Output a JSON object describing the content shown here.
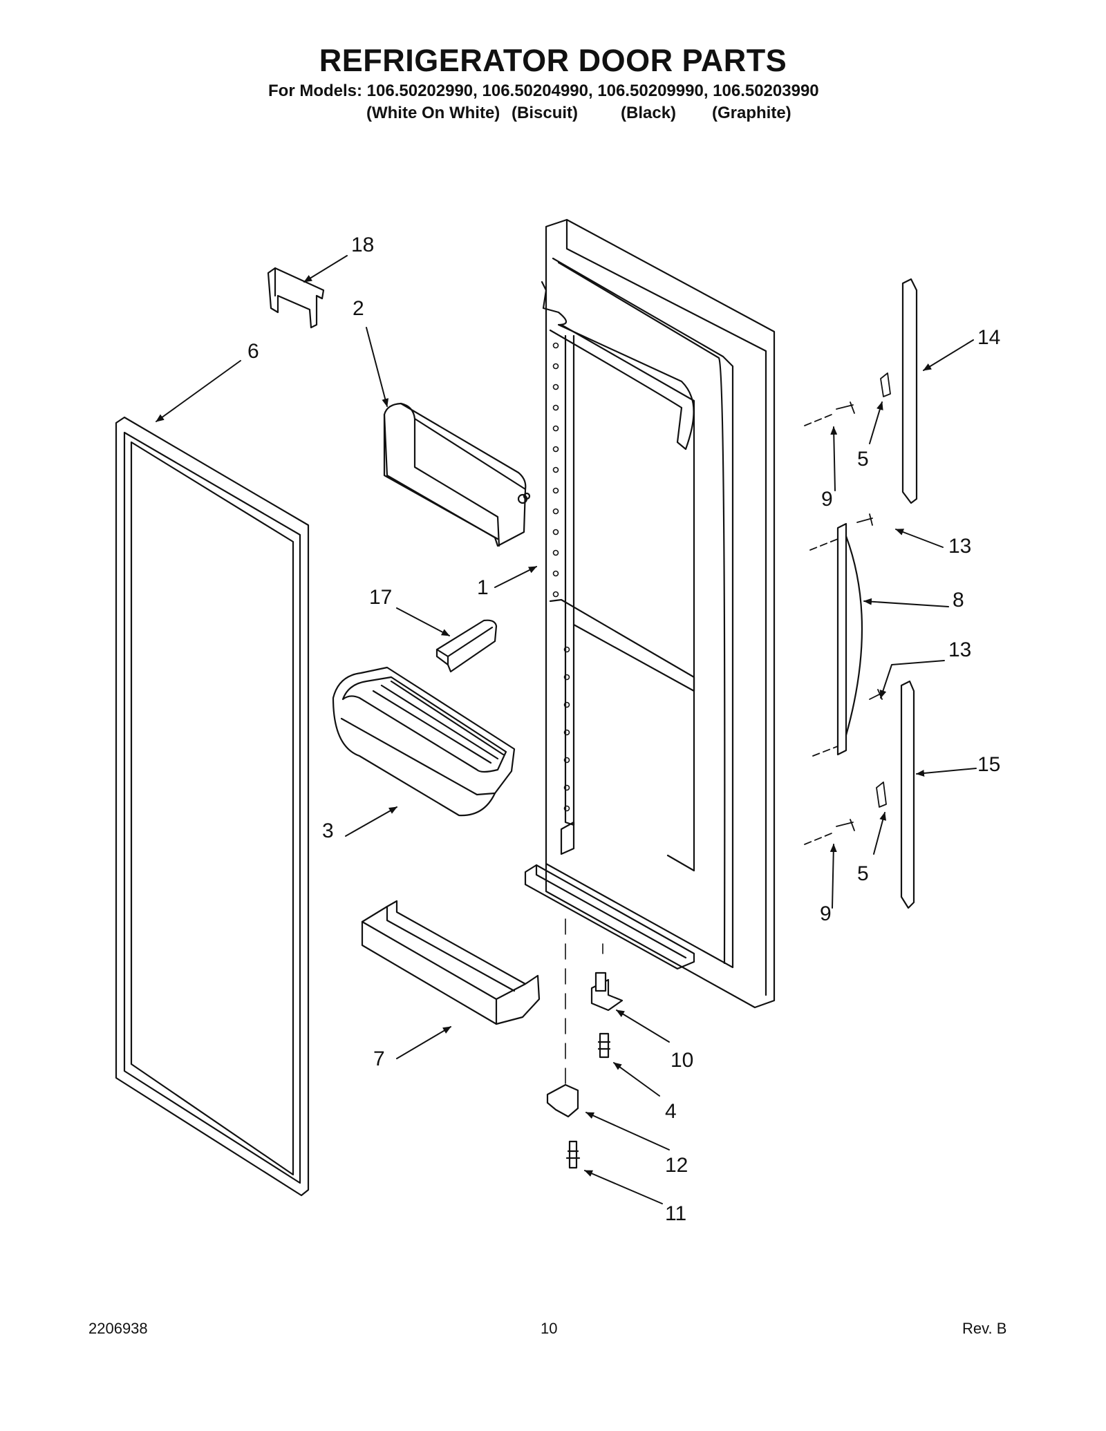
{
  "header": {
    "title": "REFRIGERATOR DOOR PARTS",
    "models_line": "For Models: 106.50202990, 106.50204990, 106.50209990, 106.50203990",
    "model_colors": [
      "(White On White)",
      "(Biscuit)",
      "(Black)",
      "(Graphite)"
    ]
  },
  "callouts": [
    "18",
    "2",
    "6",
    "1",
    "17",
    "3",
    "7",
    "14",
    "5",
    "9",
    "13",
    "8",
    "13",
    "15",
    "5",
    "9",
    "10",
    "4",
    "12",
    "11"
  ],
  "footer": {
    "doc_number": "2206938",
    "page_number": "10",
    "revision": "Rev. B"
  }
}
